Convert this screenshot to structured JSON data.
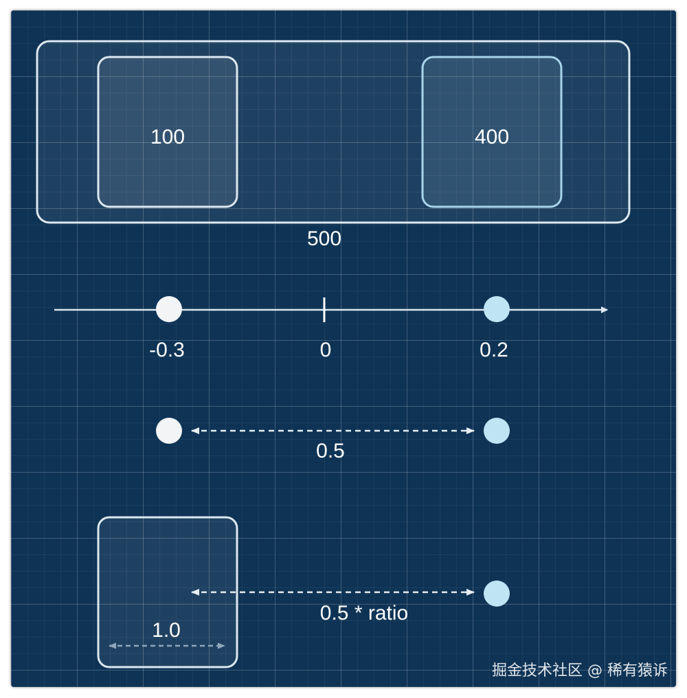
{
  "boxes": {
    "outer_label": "500",
    "left_label": "100",
    "right_label": "400"
  },
  "axis": {
    "ticks": [
      {
        "key": "neg",
        "label": "-0.3"
      },
      {
        "key": "zero",
        "label": "0"
      },
      {
        "key": "pos",
        "label": "0.2"
      }
    ]
  },
  "distance": {
    "label": "0.5"
  },
  "ratio": {
    "distance_label": "0.5 * ratio",
    "unit_label": "1.0"
  },
  "watermark": "掘金技术社区 @ 稀有猿诉",
  "colors": {
    "background": "#0e3355",
    "white_stroke": "#dde8f0",
    "blue_stroke": "#a9d4ea",
    "white_dot": "#f2f4f6",
    "blue_dot": "#bfe4f4"
  }
}
